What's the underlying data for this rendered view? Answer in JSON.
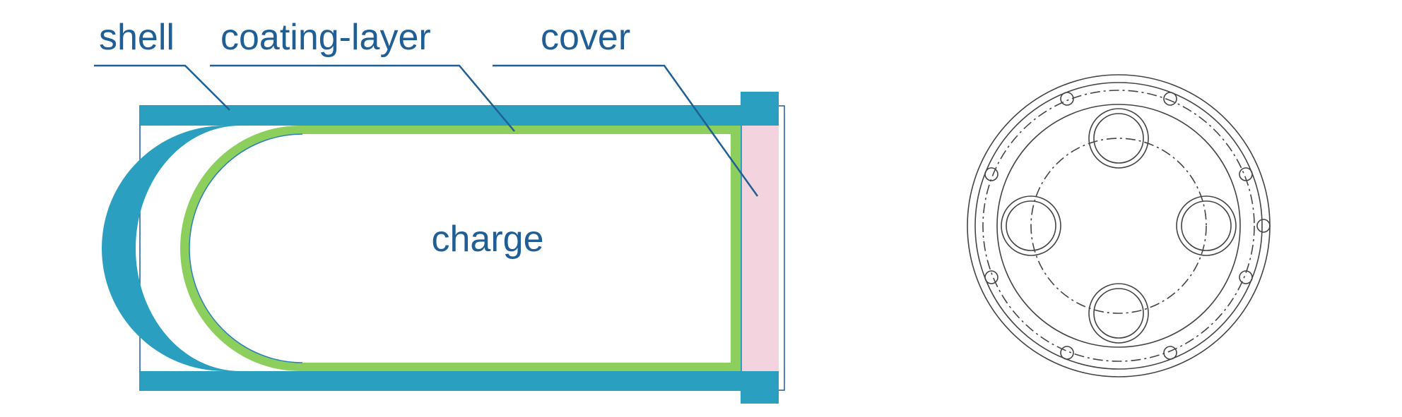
{
  "labels": {
    "shell": "shell",
    "coating_layer": "coating-layer",
    "cover": "cover",
    "charge": "charge"
  },
  "colors": {
    "shell": "#2b9fbf",
    "coating_layer": "#8ccf5c",
    "cover": "#f3d3de",
    "text": "#1f5f96",
    "leader_line": "#1f5f96",
    "drawing_line": "#444444"
  }
}
